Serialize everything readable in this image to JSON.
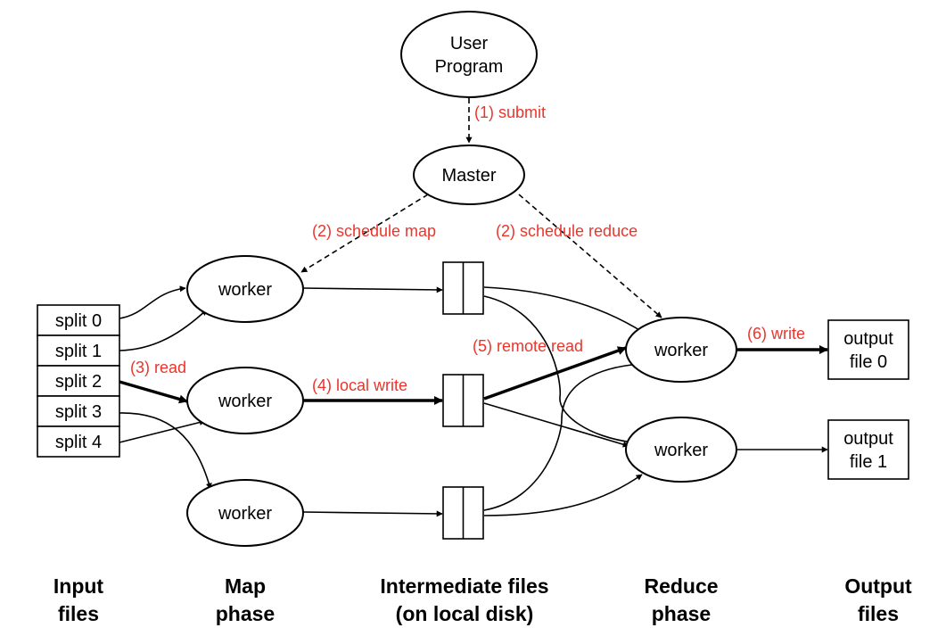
{
  "colors": {
    "label": "#e8362d",
    "stroke": "#000000"
  },
  "nodes": {
    "user_program": [
      "User",
      "Program"
    ],
    "master": "Master",
    "map_workers": [
      "worker",
      "worker",
      "worker"
    ],
    "reduce_workers": [
      "worker",
      "worker"
    ],
    "splits": [
      "split 0",
      "split 1",
      "split 2",
      "split 3",
      "split 4"
    ],
    "outputs": [
      [
        "output",
        "file 0"
      ],
      [
        "output",
        "file 1"
      ]
    ]
  },
  "steps": {
    "submit": "(1) submit",
    "schedule_map": "(2) schedule map",
    "schedule_reduce": "(2) schedule reduce",
    "read": "(3) read",
    "local_write": "(4) local write",
    "remote_read": "(5) remote read",
    "write": "(6) write"
  },
  "phases": [
    [
      "Input",
      "files"
    ],
    [
      "Map",
      "phase"
    ],
    [
      "Intermediate files",
      "(on local disk)"
    ],
    [
      "Reduce",
      "phase"
    ],
    [
      "Output",
      "files"
    ]
  ]
}
